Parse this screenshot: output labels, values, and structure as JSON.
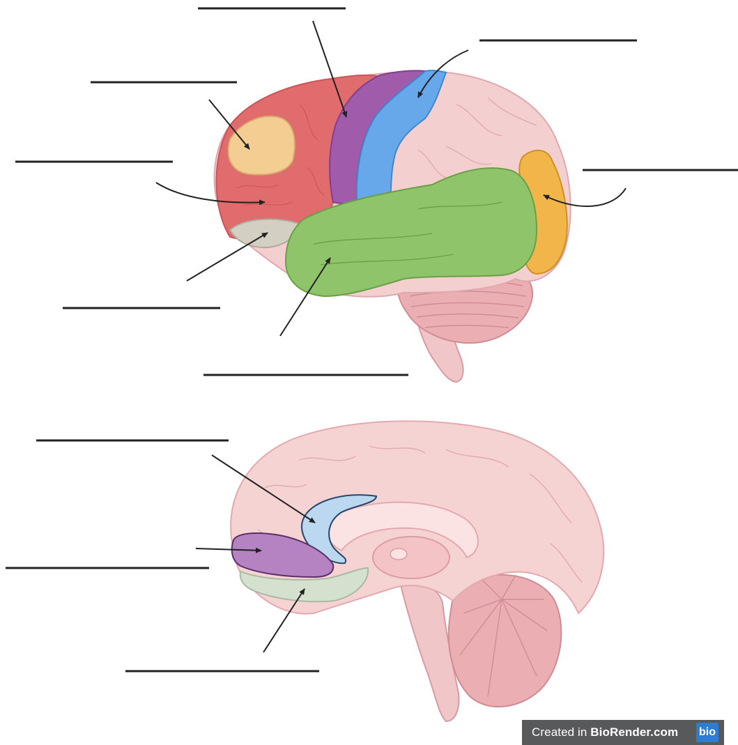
{
  "colors": {
    "frontal": "#e06c6e",
    "prefrontal": "#f3cd91",
    "orbitofrontal": "#d4cfc3",
    "motor": "#a05cab",
    "somatosensory": "#66a8ea",
    "parietal": "#f4cfcf",
    "temporal": "#8fc46a",
    "occipital": "#f1b54a",
    "cerebellum": "#eaaeb3",
    "brainstem": "#f0c6c8",
    "midsagittal_brain": "#f6d3d3",
    "cingulate": "#bcd7f0",
    "ventromedial": "#b583c1",
    "subgenual": "#d4e1cf",
    "leader": "#222222"
  },
  "lateral_view": {
    "regions": [
      "prefrontal",
      "frontal",
      "orbitofrontal",
      "motor",
      "somatosensory",
      "parietal",
      "temporal",
      "occipital",
      "cerebellum",
      "brainstem"
    ],
    "blank_labels": 7
  },
  "midsagittal_view": {
    "regions": [
      "cingulate",
      "ventromedial",
      "subgenual",
      "cerebellum",
      "brainstem"
    ],
    "blank_labels": 3
  },
  "credit": {
    "prefix": "Created in ",
    "brand": "BioRender.com",
    "logo": "bio"
  }
}
